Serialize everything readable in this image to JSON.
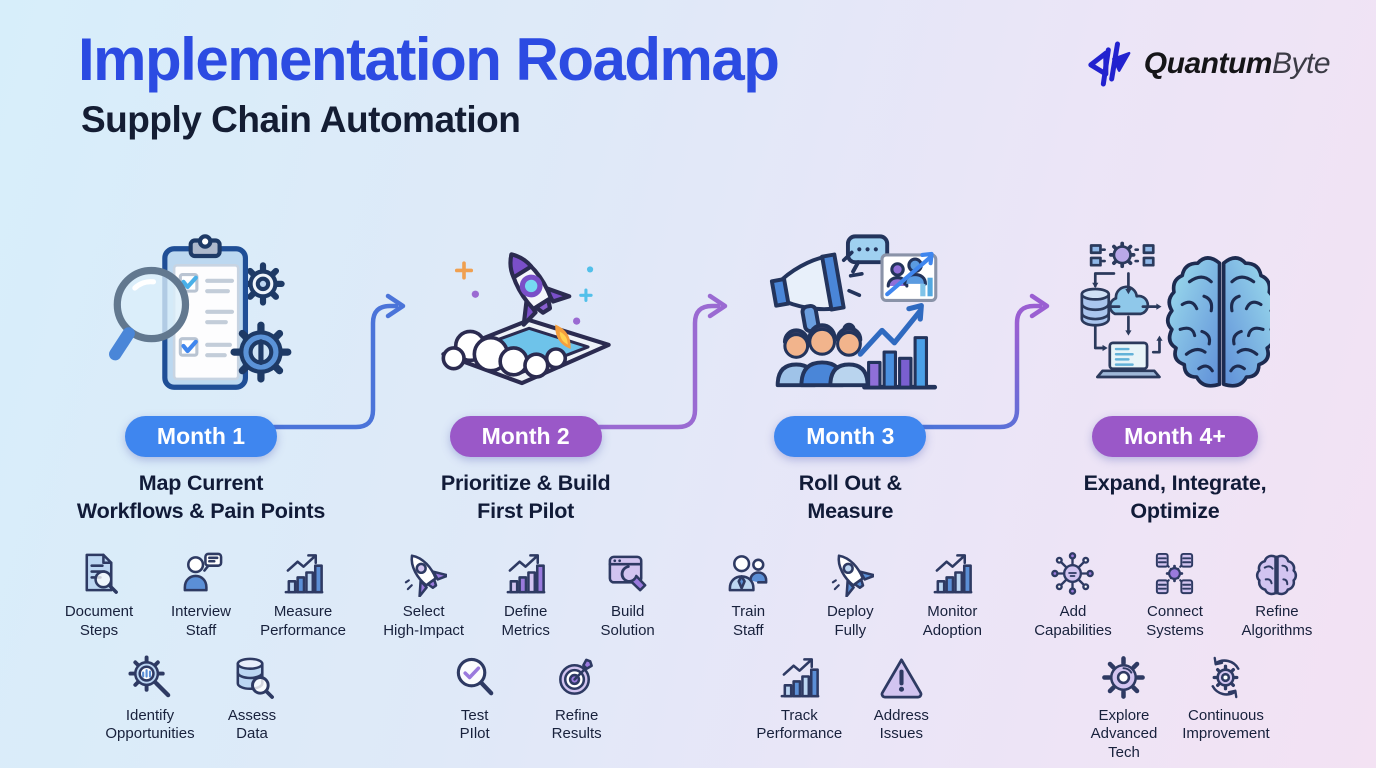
{
  "header": {
    "title": "Implementation Roadmap",
    "subtitle": "Supply Chain Automation",
    "logo": {
      "brand_bold": "Quantum",
      "brand_light": "Byte"
    }
  },
  "colors": {
    "title_blue": "#2c4be2",
    "subtitle_dark": "#141d33",
    "pill_blue": "#3f86ef",
    "pill_purple": "#9a58c8",
    "arrow_blue": "#4b74d9",
    "arrow_purple": "#9a6ad2",
    "logo_blue": "#2222cf"
  },
  "phases": [
    {
      "id": "month-1",
      "pill": "Month 1",
      "pill_color": "#3f86ef",
      "illustration": "clipboard",
      "title_lines": [
        "Map Current",
        "Workflows & Pain Points"
      ],
      "items_row1": [
        {
          "icon": "doc-search",
          "theme": "blue",
          "label_lines": [
            "Document",
            "Steps"
          ]
        },
        {
          "icon": "person-chat",
          "theme": "blue",
          "label_lines": [
            "Interview",
            "Staff"
          ]
        },
        {
          "icon": "chart-up",
          "theme": "blue",
          "label_lines": [
            "Measure",
            "Performance"
          ]
        }
      ],
      "items_row2": [
        {
          "icon": "gear-chart",
          "theme": "blue",
          "label_lines": [
            "Identify",
            "Opportunities"
          ]
        },
        {
          "icon": "database-search",
          "theme": "blue",
          "label_lines": [
            "Assess",
            "Data"
          ]
        }
      ]
    },
    {
      "id": "month-2",
      "pill": "Month 2",
      "pill_color": "#9a58c8",
      "illustration": "rocket",
      "title_lines": [
        "Prioritize & Build",
        "First Pilot"
      ],
      "items_row1": [
        {
          "icon": "rocket",
          "theme": "purple",
          "label_lines": [
            "Select",
            "High-Impact"
          ]
        },
        {
          "icon": "chart-up",
          "theme": "purple",
          "label_lines": [
            "Define",
            "Metrics"
          ]
        },
        {
          "icon": "window-wrench",
          "theme": "purple",
          "label_lines": [
            "Build",
            "Solution"
          ]
        }
      ],
      "items_row2": [
        {
          "icon": "search-check",
          "theme": "purple",
          "label_lines": [
            "Test",
            "PIlot"
          ]
        },
        {
          "icon": "target-dart",
          "theme": "purple",
          "label_lines": [
            "Refine",
            "Results"
          ]
        }
      ]
    },
    {
      "id": "month-3",
      "pill": "Month 3",
      "pill_color": "#3f86ef",
      "illustration": "rollout",
      "title_lines": [
        "Roll Out &",
        "Measure"
      ],
      "items_row1": [
        {
          "icon": "person-group",
          "theme": "blue",
          "label_lines": [
            "Train",
            "Staff"
          ]
        },
        {
          "icon": "rocket",
          "theme": "blue",
          "label_lines": [
            "Deploy",
            "Fully"
          ]
        },
        {
          "icon": "chart-up",
          "theme": "blue",
          "label_lines": [
            "Monitor",
            "Adoption"
          ]
        }
      ],
      "items_row2": [
        {
          "icon": "chart-up",
          "theme": "blue",
          "label_lines": [
            "Track",
            "Performance"
          ]
        },
        {
          "icon": "warning",
          "theme": "purple",
          "label_lines": [
            "Address",
            "Issues"
          ]
        }
      ]
    },
    {
      "id": "month-4",
      "pill": "Month 4+",
      "pill_color": "#9a58c8",
      "illustration": "integrate",
      "title_lines": [
        "Expand, Integrate,",
        "Optimize"
      ],
      "items_row1": [
        {
          "icon": "network-hub",
          "theme": "purple",
          "label_lines": [
            "Add",
            "Capabilities"
          ]
        },
        {
          "icon": "connect-systems",
          "theme": "purple",
          "label_lines": [
            "Connect",
            "Systems"
          ]
        },
        {
          "icon": "brain-small",
          "theme": "purple",
          "label_lines": [
            "Refine",
            "Algorithms"
          ]
        }
      ],
      "items_row2": [
        {
          "icon": "gear",
          "theme": "purple",
          "label_lines": [
            "Explore",
            "Advanced Tech"
          ]
        },
        {
          "icon": "cycle-gear",
          "theme": "purple",
          "label_lines": [
            "Continuous",
            "Improvement"
          ]
        }
      ]
    }
  ]
}
